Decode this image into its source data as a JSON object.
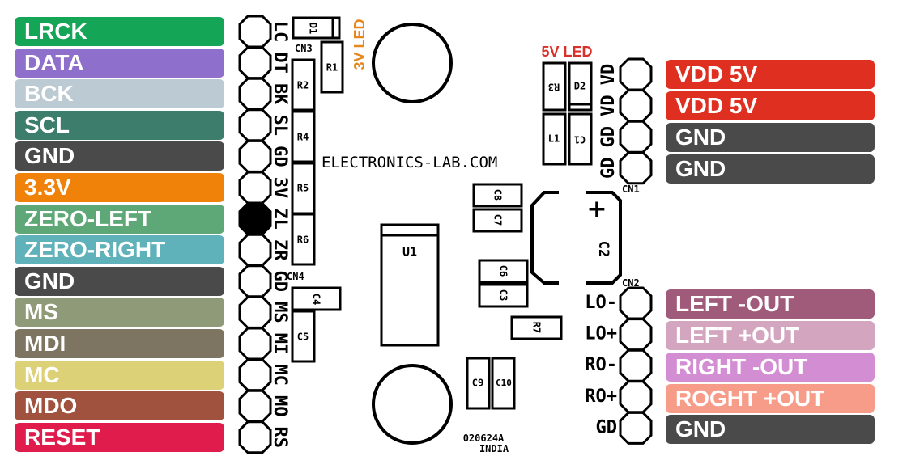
{
  "left_labels": [
    {
      "text": "LRCK",
      "color": "#15A556"
    },
    {
      "text": "DATA",
      "color": "#8F6FCC"
    },
    {
      "text": "BCK",
      "color": "#BCCBD3"
    },
    {
      "text": "SCL",
      "color": "#3C7D6C"
    },
    {
      "text": "GND",
      "color": "#4A4A4A"
    },
    {
      "text": "3.3V",
      "color": "#F0820A"
    },
    {
      "text": "ZERO-LEFT",
      "color": "#5DA876"
    },
    {
      "text": "ZERO-RIGHT",
      "color": "#5FB1BA"
    },
    {
      "text": "GND",
      "color": "#4A4A4A"
    },
    {
      "text": "MS",
      "color": "#8F9A78"
    },
    {
      "text": "MDI",
      "color": "#7D7562"
    },
    {
      "text": "MC",
      "color": "#DDD177"
    },
    {
      "text": "MDO",
      "color": "#A0523F"
    },
    {
      "text": "RESET",
      "color": "#DF1C4C"
    }
  ],
  "right_labels": [
    {
      "text": "VDD 5V",
      "color": "#DF2F20"
    },
    {
      "text": "VDD 5V",
      "color": "#DF2F20"
    },
    {
      "text": "GND",
      "color": "#4A4A4A"
    },
    {
      "text": "GND",
      "color": "#4A4A4A"
    },
    {
      "text": "LEFT -OUT",
      "color": "#A05A7A"
    },
    {
      "text": "LEFT +OUT",
      "color": "#D3A5BE"
    },
    {
      "text": "RIGHT -OUT",
      "color": "#D38ED3"
    },
    {
      "text": "ROGHT +OUT",
      "color": "#F79C88"
    },
    {
      "text": "GND",
      "color": "#4A4A4A"
    }
  ],
  "pcb": {
    "cn4_pins": [
      "LC",
      "DT",
      "BK",
      "SL",
      "GD",
      "3V",
      "ZL",
      "ZR",
      "GD",
      "MS",
      "MI",
      "MC",
      "MO",
      "RS"
    ],
    "cn1_pins": [
      "VD",
      "VD",
      "GD",
      "GD"
    ],
    "cn2_pins": [
      "LO-",
      "LO+",
      "RO-",
      "RO+",
      "GD"
    ],
    "connectors": {
      "cn1": "CN1",
      "cn2": "CN2",
      "cn3": "CN3",
      "cn4": "CN4"
    },
    "resistors": {
      "r1": "R1",
      "r2": "R2",
      "r3": "R3",
      "r4": "R4",
      "r5": "R5",
      "r6": "R6",
      "r7": "R7"
    },
    "capacitors": {
      "c1": "C1",
      "c2": "C2",
      "c3": "C3",
      "c4": "C4",
      "c5": "C5",
      "c6": "C6",
      "c7": "C7",
      "c8": "C8",
      "c9": "C9",
      "c10": "C10"
    },
    "diodes": {
      "d1": "D1",
      "d2": "D2"
    },
    "inductor": "L1",
    "ic": "U1",
    "brand": "ELECTRONICS-LAB.COM",
    "led_3v": "3V LED",
    "led_5v": "5V LED",
    "led_3v_color": "#E8871E",
    "led_5v_color": "#D8302A",
    "c2_plus": "+",
    "part_number": "020624A",
    "country": "INDIA"
  }
}
